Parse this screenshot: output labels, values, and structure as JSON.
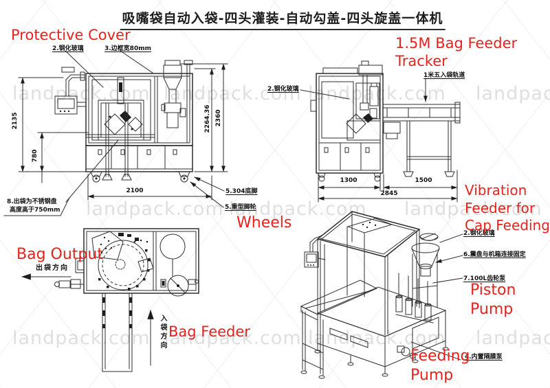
{
  "title": "吸嘴袋自动入袋-四头灌装-自动勾盖-四头旋盖一体机",
  "watermark": "landpack.com",
  "colors": {
    "label_red": "#e8211c",
    "line": "#2e2e2e",
    "watermark": "#bdbdbd"
  },
  "red_labels": {
    "protective_cover": "Protective Cover",
    "bag_feeder_tracker": "1.5M Bag Feeder Tracker",
    "wheels": "Wheels",
    "bag_output": "Bag Output",
    "bag_feeder": "Bag Feeder",
    "vibration_feeder": "Vibration Feeder for Cap Feeding",
    "piston_pump": "Piston Pump",
    "feeding_pump": "Feeding Pump"
  },
  "annotations": {
    "machine_side": {
      "tempered_glass": "2.钢化玻璃",
      "frame_width": "3.边框宽80mm",
      "bag_outlet_note": "8.出袋为不锈钢盘",
      "bag_outlet_note2": "高度高于750mm",
      "feet_304": "5.304底脚",
      "heavy_casters": "5.重型脚轮"
    },
    "machine_front": {
      "tempered_glass": "2.钢化玻璃",
      "bag_rail": "1米五入袋轨道"
    },
    "machine_iso": {
      "tempered_glass": "2.钢化玻璃",
      "bowl_mount": "6.震盘与机箱连接固定",
      "gear_pump": "7.100L齿轮泵",
      "diaphragm_pump": "4.内置隔膜泵"
    },
    "top_view": {
      "bag_out_direction": "出袋方向",
      "bag_in_direction": "入袋方向"
    }
  },
  "dimensions": {
    "machine_side": {
      "height": "2135",
      "outlet_height": "780",
      "width": "2100",
      "frame_height": "2264.36",
      "total_height": "2360"
    },
    "machine_front": {
      "cabinet_width": "1300",
      "rail_width": "1500",
      "total_width": "2845"
    }
  }
}
